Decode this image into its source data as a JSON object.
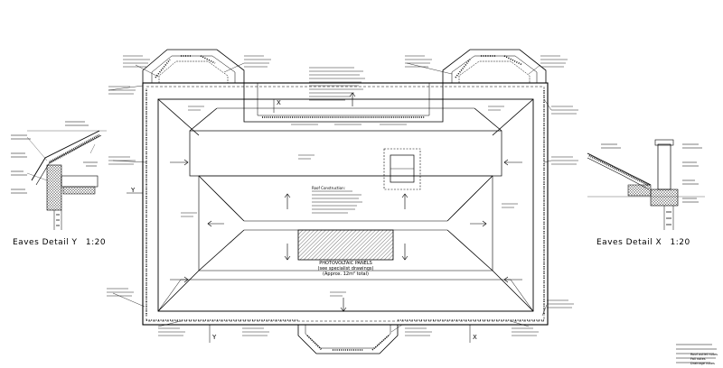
{
  "drawing": {
    "eaves_detail_y": "Eaves Detail Y",
    "eaves_detail_y_scale": "1:20",
    "eaves_detail_x": "Eaves Detail X",
    "eaves_detail_x_scale": "1:20",
    "section_y": "Y",
    "section_x": "X",
    "pv_panel": {
      "line1": "PHOTOVOLTAIC PANELS",
      "line2": "(see specialist drawings)",
      "line3": "(Approx. 12m² total)"
    },
    "roof_detail_label": "Roof Construction:",
    "general_notes": [
      "Roof outlet notes",
      "Fall notes",
      "Drainage notes"
    ]
  }
}
